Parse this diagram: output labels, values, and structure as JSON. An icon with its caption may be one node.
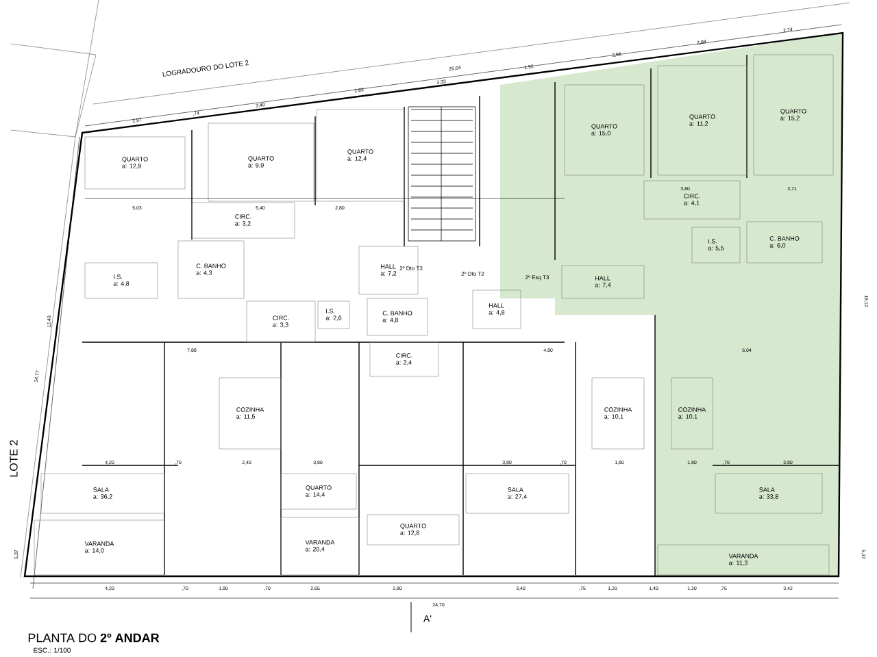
{
  "diagram": {
    "title": "PLANTA DO **2º ANDAR**",
    "nodes": [
      {
        "text": [
          "QUARTO",
          "a: 12,9"
        ]
      },
      {
        "text": [
          "QUARTO",
          "a: 9,9"
        ]
      },
      {
        "text": [
          "QUARTO",
          "a: 12,4"
        ]
      },
      {
        "text": [
          "CIRC.",
          "a: 3,2"
        ]
      },
      {
        "text": [
          "C. BANHO",
          "a: 4,3"
        ]
      },
      {
        "text": [
          "I.S.",
          "a: 4,8"
        ]
      },
      {
        "text": [
          "HALL",
          "a: 7,2"
        ]
      },
      {
        "text": [
          "I.S.",
          "a: 2,6"
        ]
      },
      {
        "text": [
          "C. BANHO",
          "a: 4,8"
        ]
      },
      {
        "text": [
          "CIRC.",
          "a: 3,3"
        ]
      },
      {
        "text": [
          "HALL",
          "a: 4,8"
        ]
      },
      {
        "text": [
          "CIRC.",
          "a: 2,4"
        ]
      },
      {
        "text": [
          "COZINHA",
          "a: 11,5"
        ]
      },
      {
        "text": [
          "COZINHA",
          "a: 10,1"
        ]
      },
      {
        "text": [
          "COZINHA",
          "a: 10,1"
        ]
      },
      {
        "text": [
          "SALA",
          "a: 36,2"
        ]
      },
      {
        "text": [
          "QUARTO",
          "a: 14,4"
        ]
      },
      {
        "text": [
          "QUARTO",
          "a: 12,8"
        ]
      },
      {
        "text": [
          "SALA",
          "a: 27,4"
        ]
      },
      {
        "text": [
          "SALA",
          "a: 33,8"
        ]
      },
      {
        "text": [
          "VARANDA",
          "a: 14,0"
        ]
      },
      {
        "text": [
          "VARANDA",
          "a: 20,4"
        ]
      },
      {
        "text": [
          "VARANDA",
          "a: 11,3"
        ]
      },
      {
        "text": [
          "QUARTO",
          "a: 15,0"
        ]
      },
      {
        "text": [
          "QUARTO",
          "a: 11,2"
        ]
      },
      {
        "text": [
          "QUARTO",
          "a: 15,2"
        ]
      },
      {
        "text": [
          "CIRC.",
          "a: 4,1"
        ]
      },
      {
        "text": [
          "I.S.",
          "a: 5,5"
        ]
      },
      {
        "text": [
          "C. BANHO",
          "a: 6,0"
        ]
      },
      {
        "text": [
          "HALL",
          "a: 7,4"
        ]
      }
    ],
    "labels": [
      "LOGRADOURO DO LOTE 2",
      "2,97",
      ",74",
      "3,40",
      "2,83",
      "25,04",
      "3,33",
      "1,92",
      "2,95",
      "2,88",
      "2,74",
      "5,03",
      "5,40",
      "2,80",
      "3,80",
      "3,71",
      "2º Dto T3",
      "2º Dto T2",
      "2º Esq T3",
      "7,88",
      "4,80",
      "6,04",
      "12,40",
      "14,77",
      "18,12",
      "LOTE 2",
      "4,20",
      ",70",
      "2,40",
      "3,80",
      "3,80",
      ",70",
      "1,80",
      "1,80",
      ",70",
      "3,80",
      "5,37",
      "5,37",
      "4,20",
      ",70",
      "1,80",
      ",70",
      "2,65",
      "2,80",
      "3,40",
      ",75",
      "1,20",
      "1,40",
      "1,20",
      ",75",
      "3,42",
      "24,70",
      "A'",
      "ESC.: 1/100"
    ]
  }
}
